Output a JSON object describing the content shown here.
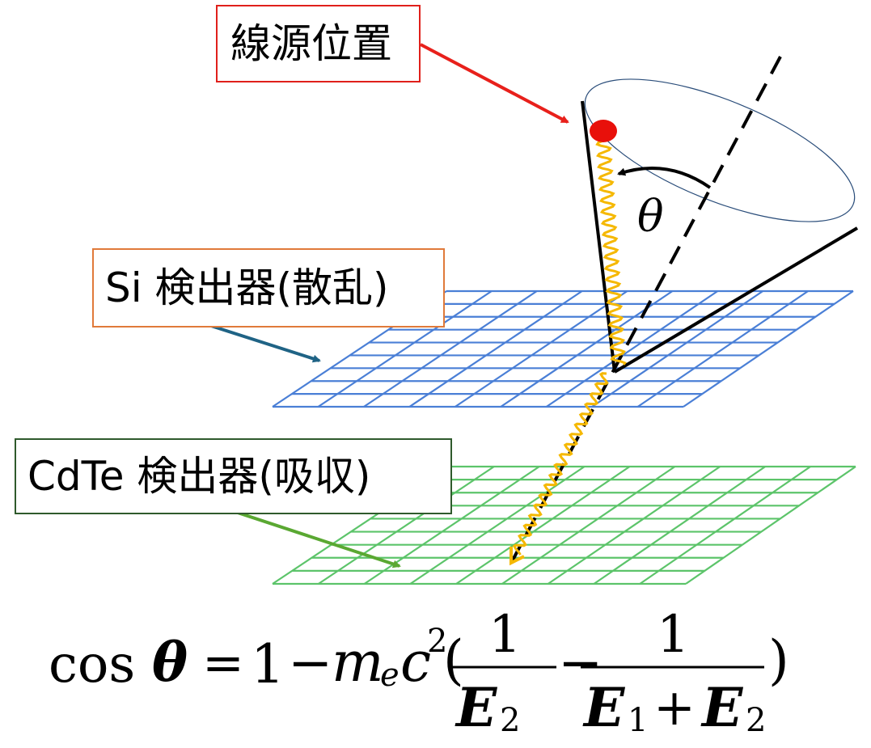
{
  "labels": {
    "source_position": "線源位置",
    "si_detector": "Si 検出器(散乱)",
    "cdte_detector": "CdTe 検出器(吸収)"
  },
  "angle_symbol": "θ",
  "formula": {
    "lhs": "cos",
    "theta": "θ",
    "equals": "=",
    "one": "1",
    "minus": "−",
    "m": "m",
    "m_sub": "e",
    "c": "c",
    "c_sup": "2",
    "open_paren": "(",
    "close_paren": ")",
    "frac1_num": "1",
    "frac1_den_E": "E",
    "frac1_den_sub": "2",
    "frac2_num": "1",
    "frac2_den_E1": "E",
    "frac2_den_sub1": "1",
    "frac2_den_plus": "+",
    "frac2_den_E2": "E",
    "frac2_den_sub2": "2"
  },
  "colors": {
    "source_box": "#e0201b",
    "si_box": "#e07a3a",
    "cdte_box": "#2f5a2c",
    "si_grid": "#4a7fd6",
    "cdte_grid": "#5cc46a",
    "photon": "#f5b800",
    "source_arrow": "#e8201b",
    "si_arrow": "#1f6385",
    "cdte_arrow": "#5aa832"
  }
}
